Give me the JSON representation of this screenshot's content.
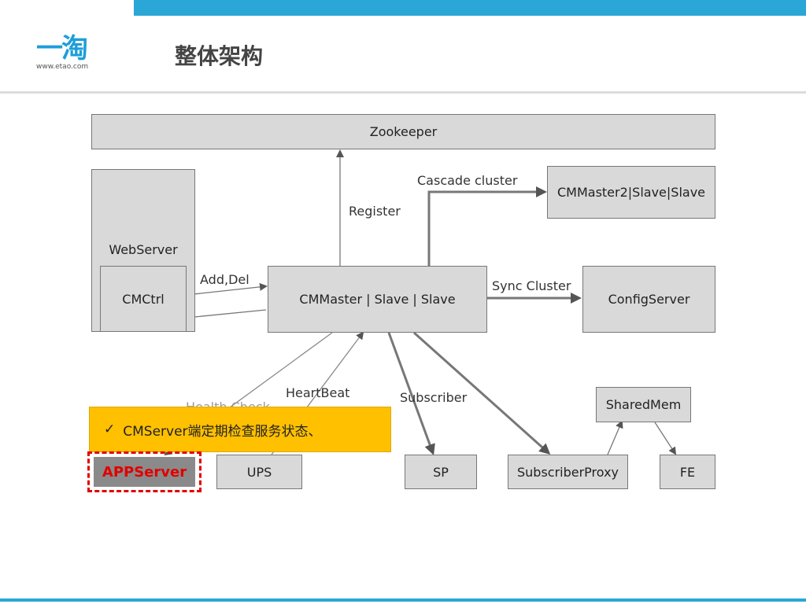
{
  "header": {
    "logo_mark": "一淘",
    "logo_url": "www.etao.com",
    "title": "整体架构"
  },
  "diagram": {
    "nodes": {
      "zookeeper": "Zookeeper",
      "webserver": "WebServer",
      "cmctrl": "CMCtrl",
      "cmmaster": "CMMaster | Slave | Slave",
      "cmmaster2": "CMMaster2|Slave|Slave",
      "configserver": "ConfigServer",
      "sharedmem": "SharedMem",
      "appserver": "APPServer",
      "ups": "UPS",
      "sp": "SP",
      "subscriberproxy": "SubscriberProxy",
      "fe": "FE"
    },
    "edge_labels": {
      "register": "Register",
      "cascade": "Cascade cluster",
      "sync": "Sync Cluster",
      "adddel": "Add,Del",
      "heartbeat": "HeartBeat",
      "subscriber": "Subscriber",
      "healthcheck": "Health Check"
    }
  },
  "callout": {
    "check": "✓",
    "text": "CMServer端定期检查服务状态、"
  }
}
